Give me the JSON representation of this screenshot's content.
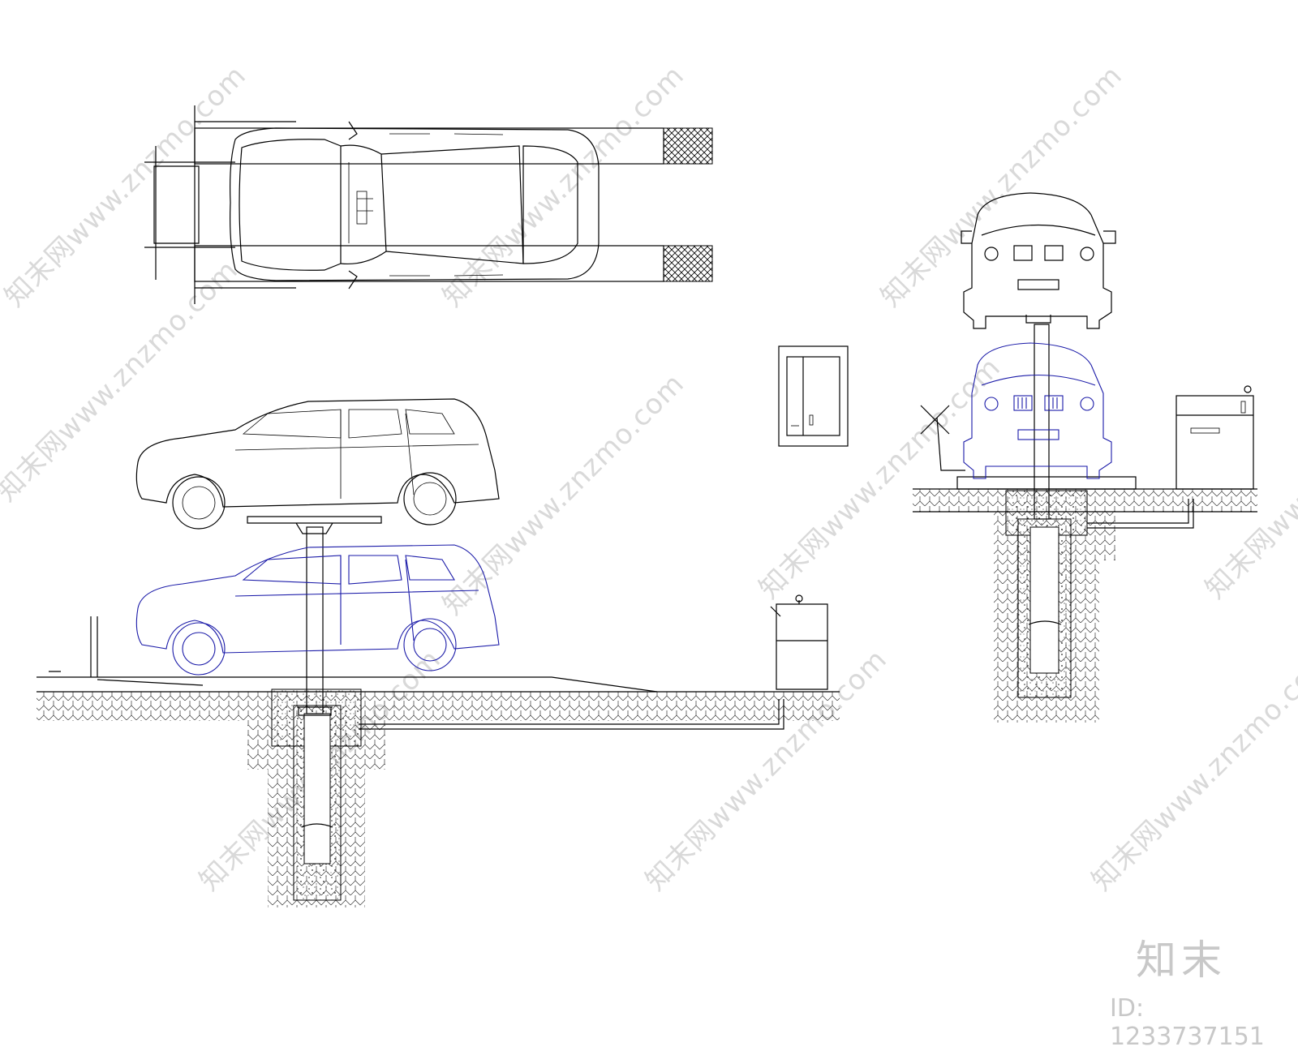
{
  "watermark": {
    "text": "知末网www.znzmo.com",
    "logo": "知末",
    "id_label": "ID: 1233737151"
  },
  "views": [
    "plan-view",
    "side-elevation",
    "front-elevation"
  ],
  "colors": {
    "line": "#000000",
    "lower_car": "#1a1aa8",
    "watermark": "#c8c8c8"
  }
}
